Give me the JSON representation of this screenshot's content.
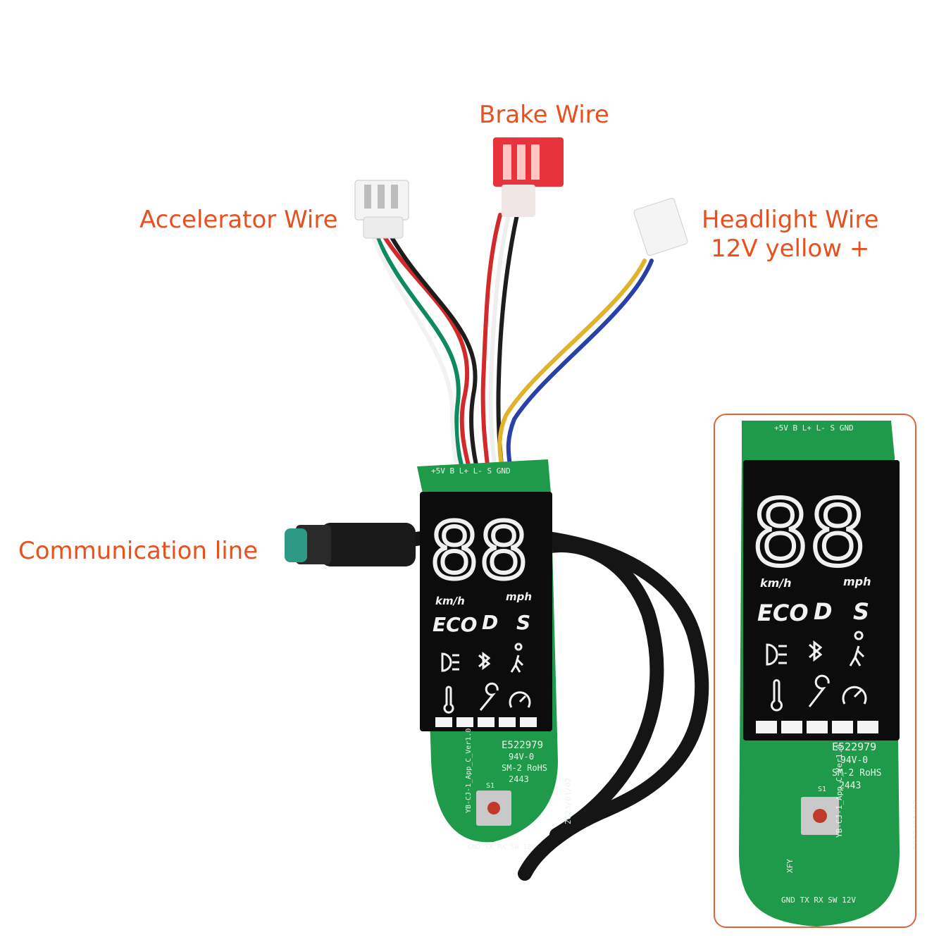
{
  "labels": {
    "brake_wire": "Brake Wire",
    "accelerator_wire": "Accelerator Wire",
    "headlight_wire": "Headlight Wire",
    "headlight_voltage": "12V yellow +",
    "communication_line": "Communication line"
  },
  "display": {
    "digits": "88",
    "unit_kmh": "km/h",
    "unit_mph": "mph",
    "mode_eco": "ECO",
    "mode_d": "D",
    "mode_s": "S",
    "icons": [
      "headlight-icon",
      "bluetooth-icon",
      "walk-icon",
      "thermometer-icon",
      "wrench-icon",
      "speedometer-icon"
    ],
    "battery_segments": 5
  },
  "pcb": {
    "top_pins": "+5V B L+ L- S GND",
    "bottom_pins": "GND TX RX SW 12V",
    "cert": "E522979",
    "rating": "94V-0",
    "rohs": "SM-2 RoHS",
    "lot": "2443",
    "maker": "XFY",
    "model": "YB-CJ-1_App_C_Ver1.0",
    "date": "2023/01/02",
    "switch": "S1"
  },
  "colors": {
    "label": "#e8501e",
    "inset_border": "#e2643a",
    "pcb_green": "#1f9a4a",
    "lcd_black": "#0c0c0c",
    "brake_connector": "#e8323c"
  }
}
